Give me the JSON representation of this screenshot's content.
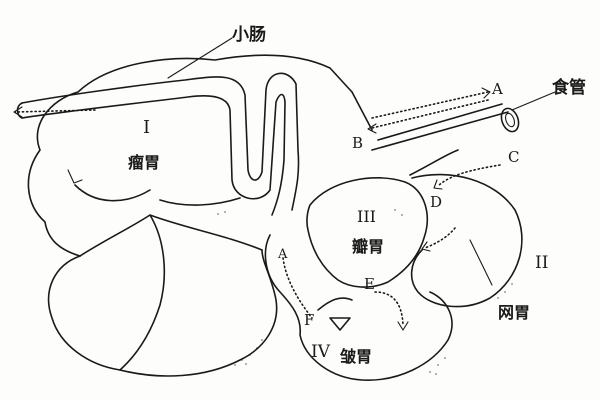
{
  "labels": {
    "small_intestine": "小肠",
    "esophagus": "食管",
    "rumen_numeral": "I",
    "rumen": "瘤胃",
    "reticulum_numeral": "II",
    "reticulum": "网胃",
    "omasum_numeral": "III",
    "omasum": "瓣胃",
    "abomasum_numeral": "IV",
    "abomasum": "皱胃"
  },
  "flow_markers": {
    "a_top": "A",
    "b": "B",
    "c": "C",
    "d": "D",
    "a_inner": "A",
    "e": "E",
    "f": "F"
  }
}
